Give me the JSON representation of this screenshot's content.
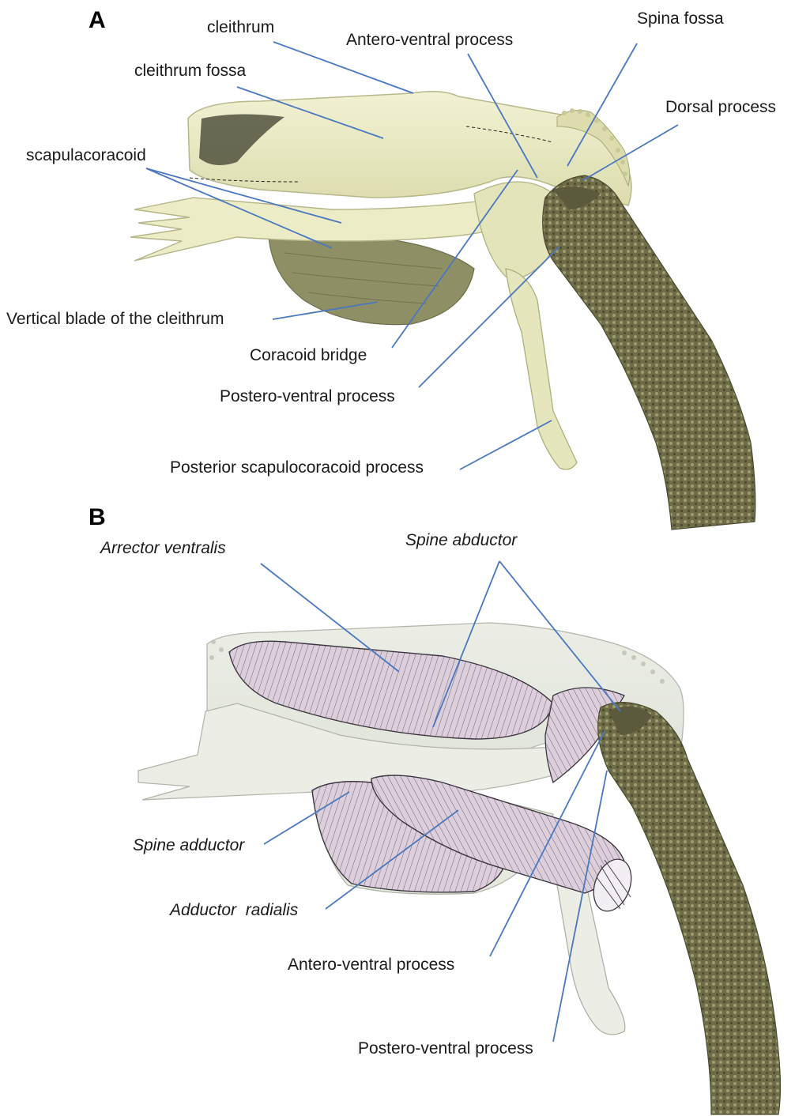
{
  "panels": [
    {
      "letter": "A",
      "labels": {
        "cleithrum": "cleithrum",
        "antero_ventral": "Antero-ventral process",
        "spina_fossa": "Spina fossa",
        "cleithrum_fossa": "cleithrum fossa",
        "dorsal_process": "Dorsal process",
        "scapulacoracoid": "scapulacoracoid",
        "vertical_blade": "Vertical blade of the cleithrum",
        "coracoid_bridge": "Coracoid bridge",
        "postero_ventral": "Postero-ventral process",
        "posterior_scapulocoracoid": "Posterior scapulocoracoid process"
      }
    },
    {
      "letter": "B",
      "labels": {
        "arrector_ventralis": "Arrector ventralis",
        "spine_abductor": "Spine abductor",
        "spine_adductor": "Spine adductor",
        "adductor_radialis": "Adductor  radialis",
        "antero_ventral": "Antero-ventral process",
        "postero_ventral": "Postero-ventral process"
      }
    }
  ],
  "colors": {
    "bone": "#eeeecb",
    "bone_shade": "#c9c99a",
    "spine": "#7c7a52",
    "muscle": "#d9cbd8",
    "leader": "#4a78c0"
  }
}
